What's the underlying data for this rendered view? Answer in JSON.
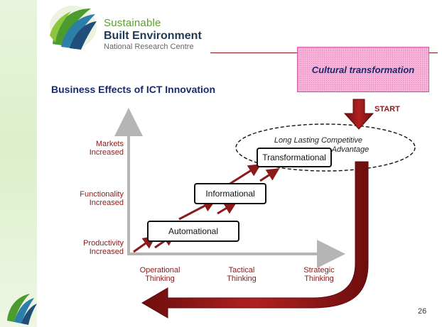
{
  "header": {
    "brand_line1": "Sustainable",
    "brand_line2": "Built Environment",
    "brand_line3": "National Research Centre"
  },
  "cultural_box": {
    "label": "Cultural transformation"
  },
  "title": "Business Effects of ICT Innovation",
  "start_label": "START",
  "y_axis_labels": [
    {
      "line1": "Markets",
      "line2": "Increased"
    },
    {
      "line1": "Functionality",
      "line2": "Increased"
    },
    {
      "line1": "Productivity",
      "line2": "Increased"
    }
  ],
  "x_axis_labels": [
    {
      "line1": "Operational",
      "line2": "Thinking"
    },
    {
      "line1": "Tactical",
      "line2": "Thinking"
    },
    {
      "line1": "Strategic",
      "line2": "Thinking"
    }
  ],
  "stages": [
    "Automational",
    "Informational",
    "Transformational"
  ],
  "advantage": {
    "line1": "Long Lasting Competitive",
    "line2": "Advantage"
  },
  "page_number": "26",
  "colors": {
    "maroon": "#8b1a1a",
    "axis_gray": "#b5b5b5",
    "navy": "#1b2a6b",
    "pink": "#f7b3d8",
    "green": "#5aa02c"
  }
}
